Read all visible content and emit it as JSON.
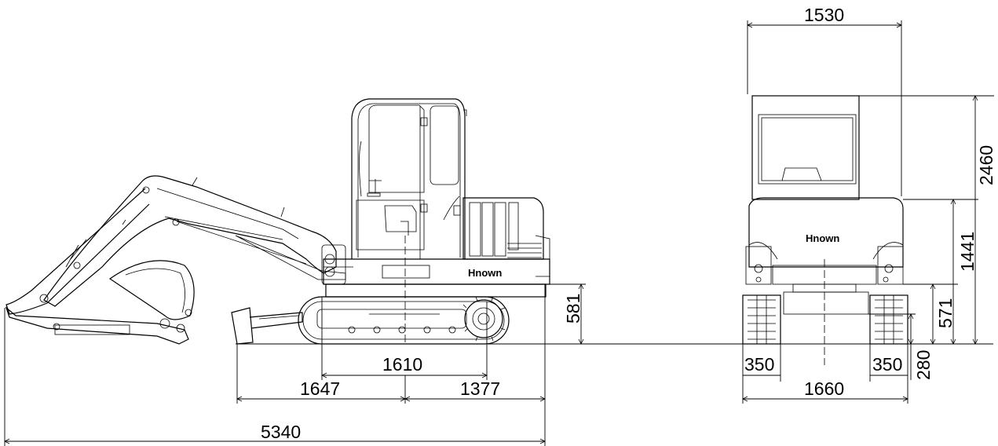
{
  "side_view": {
    "brand_label": "Hnown",
    "dimensions": {
      "track_length": "1610",
      "front_to_center": "1647",
      "rear_to_center": "1377",
      "overall_length": "5340",
      "counterweight_clearance": "581"
    }
  },
  "front_view": {
    "brand_label": "Hnown",
    "dimensions": {
      "overall_width": "1530",
      "overall_height": "2460",
      "body_height": "1441",
      "ground_clearance_upper": "571",
      "track_width_left": "350",
      "track_width_right": "350",
      "ground_clearance": "280",
      "track_gauge_width": "1660"
    }
  }
}
